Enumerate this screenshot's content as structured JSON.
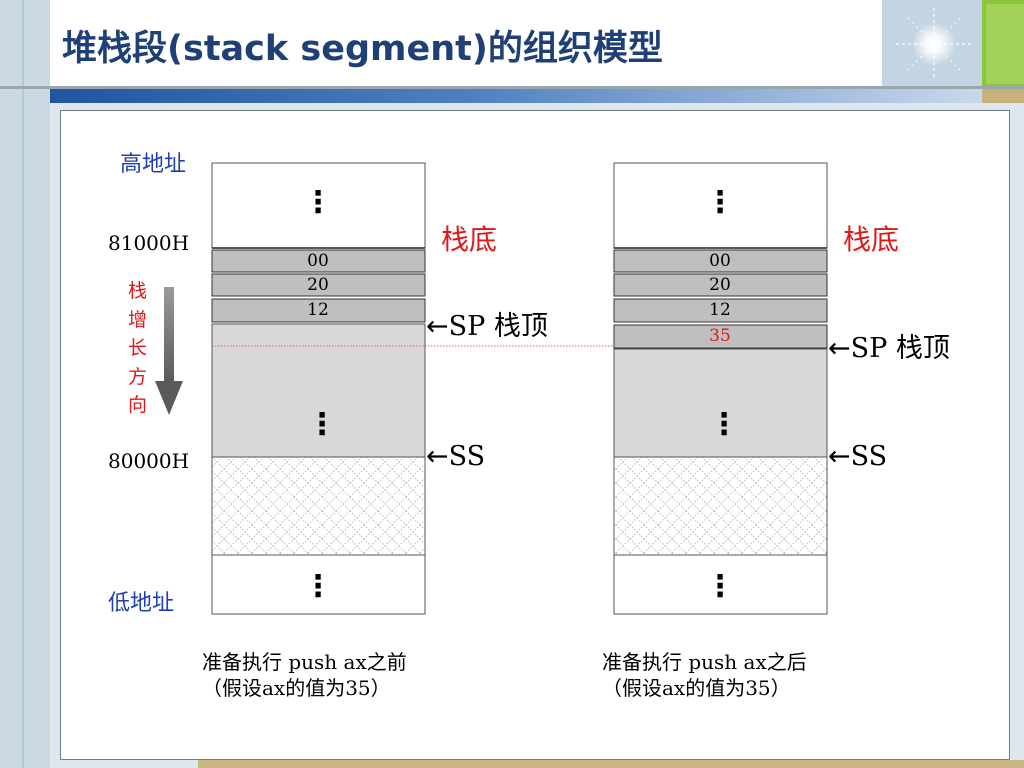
{
  "title": "堆栈段(stack segment)的组织模型",
  "colors": {
    "title": "#1f3f77",
    "address_label": "#1f3fb0",
    "highlight": "#e01818",
    "stack_fill": "#d8d8d8",
    "cell_fill": "#bfbfbf",
    "accent_green": "#8cc63e",
    "accent_blue": "#20569f"
  },
  "labels": {
    "high_address": "高地址",
    "low_address": "低地址",
    "addr_81000": "81000H",
    "addr_80000": "80000H",
    "stack_growth_chars": [
      "栈",
      "增",
      "长",
      "方",
      "向"
    ]
  },
  "before": {
    "stack_bottom": "栈底",
    "cells": [
      "00",
      "20",
      "12"
    ],
    "sp_label": "SP  栈顶",
    "ss_label": "SS",
    "caption_line1": "准备执行 push ax之前",
    "caption_line2": "（假设ax的值为35）"
  },
  "after": {
    "stack_bottom": "栈底",
    "cells": [
      "00",
      "20",
      "12"
    ],
    "new_cell": "35",
    "sp_label": "SP  栈顶",
    "ss_label": "SS",
    "caption_line1": "准备执行 push ax之后",
    "caption_line2": "（假设ax的值为35）"
  },
  "icons": {
    "ellipsis": "vertical-ellipsis-icon",
    "pointer_arrow": "left-arrow-icon",
    "growth_arrow": "down-arrow-icon",
    "logo": "sparkle-star-icon"
  },
  "glyphs": {
    "arrow": "←",
    "vdots": "⋮"
  }
}
